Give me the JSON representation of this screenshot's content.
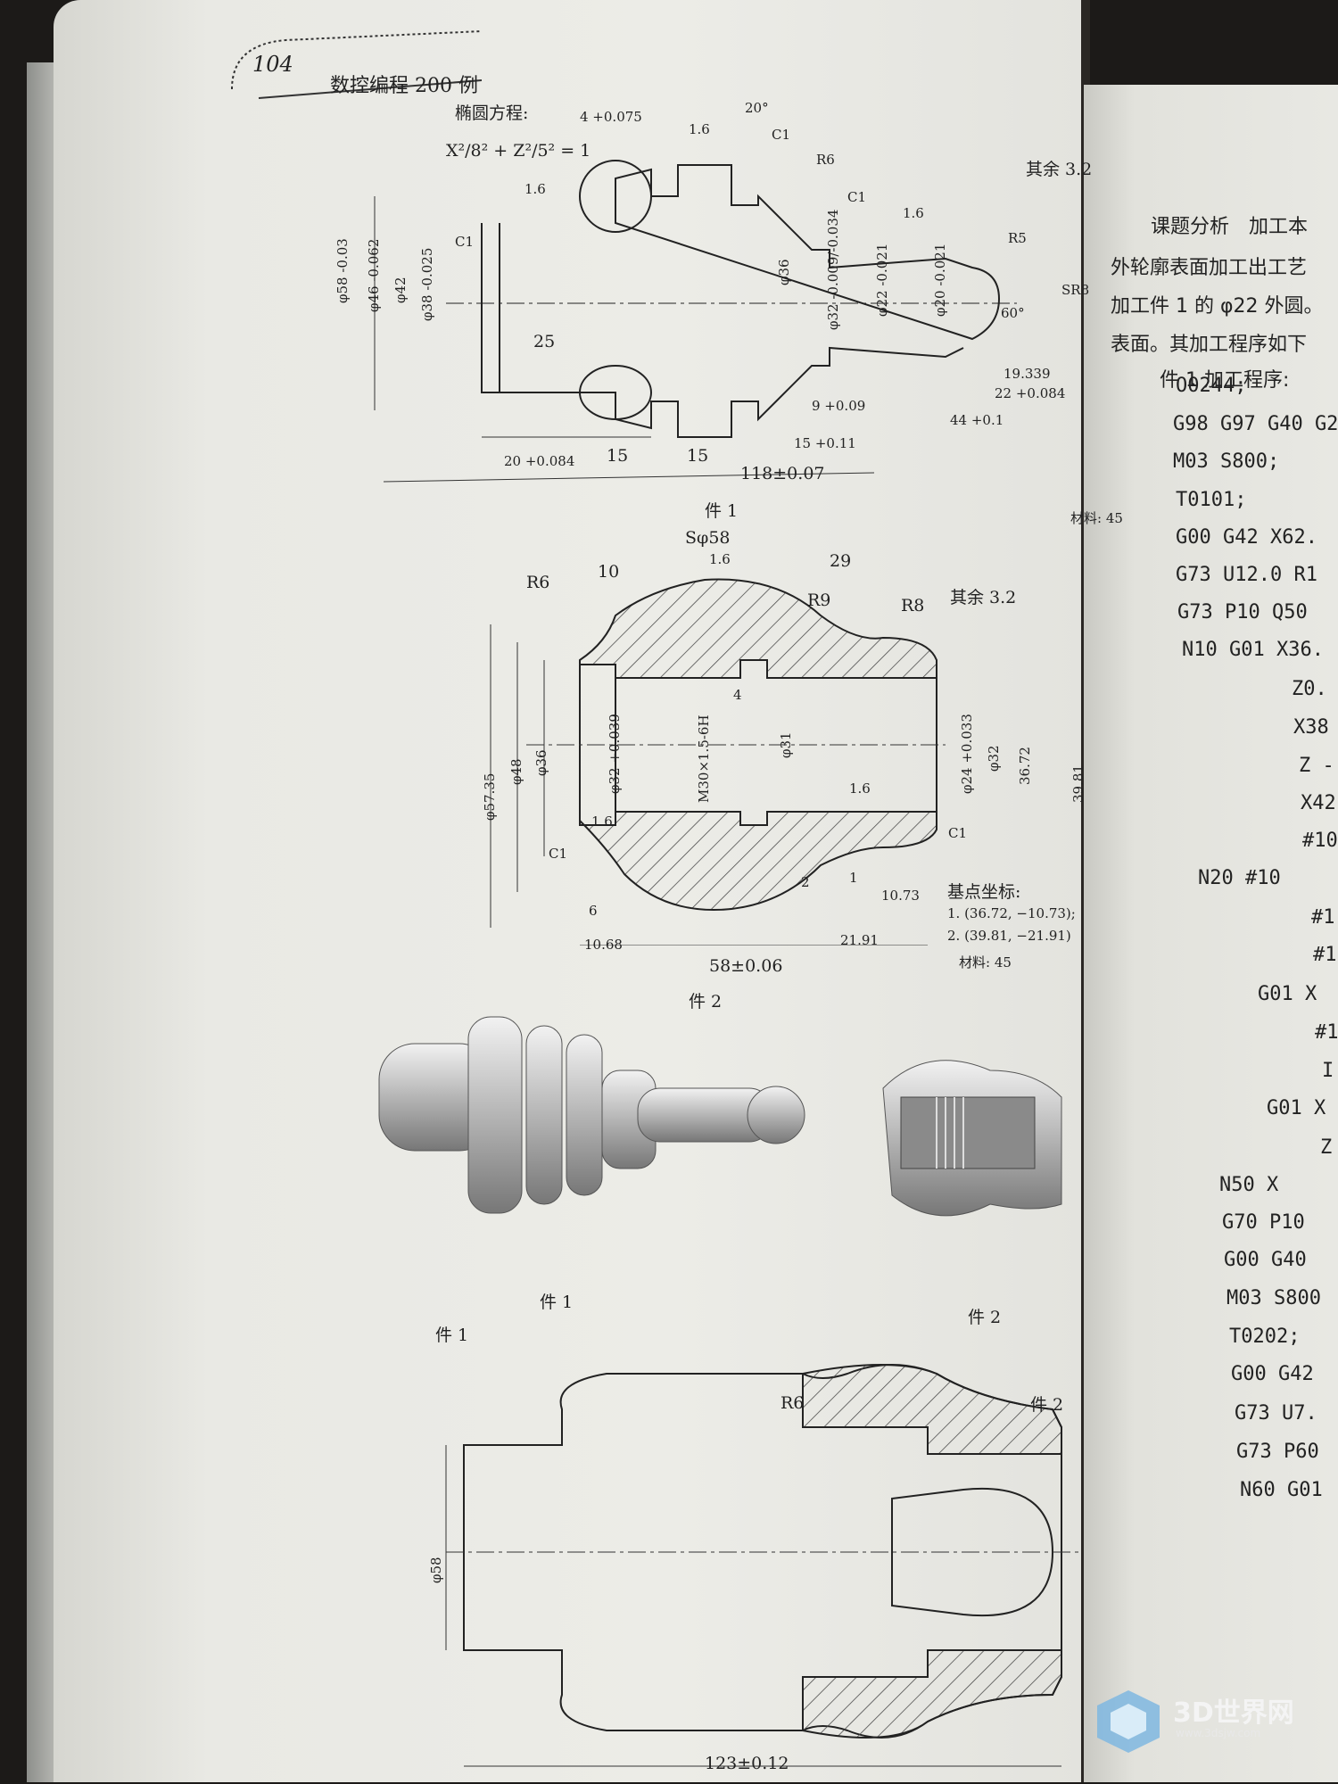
{
  "header": {
    "page_number": "104",
    "book_title": "数控编程 200 例"
  },
  "drawing1": {
    "ellipse_label": "椭圆方程:",
    "ellipse_eq": "X²/8² + Z²/5² = 1",
    "roughness_rest": "其余 3.2",
    "dims": [
      "4 +0.075",
      "1.6",
      "20°",
      "C1",
      "R6",
      "C1",
      "1.6",
      "R5",
      "SR8",
      "60°",
      "C1",
      "1.6",
      "φ58 -0.03",
      "φ46 -0.062",
      "φ42",
      "φ38 -0.025",
      "25",
      "φ36",
      "φ32 -0.009/-0.034",
      "φ22 -0.021",
      "φ20 -0.021",
      "19.339",
      "22 +0.084",
      "9 +0.09",
      "44 +0.1",
      "15 +0.11",
      "20 +0.084",
      "15",
      "15",
      "118±0.07"
    ],
    "caption": "件 1",
    "material": "材料: 45"
  },
  "drawing2": {
    "labels": [
      "Sφ58",
      "1.6",
      "10",
      "R6",
      "29",
      "R9",
      "R8",
      "其余 3.2",
      "4",
      "φ57.35",
      "φ48",
      "φ36",
      "φ32 +0.039",
      "M30×1.5-6H",
      "φ31",
      "φ24 +0.033",
      "φ32",
      "36.72",
      "39.81",
      "1.6",
      "1.6",
      "C1",
      "C1",
      "2",
      "1",
      "6",
      "10.73",
      "10.68",
      "21.91",
      "58±0.06"
    ],
    "base_title": "基点坐标:",
    "base1": "1. (36.72, −10.73);",
    "base2": "2. (39.81, −21.91)",
    "material": "材料: 45",
    "caption": "件 2"
  },
  "renders": {
    "cap1": "件 1",
    "cap2": "件 2"
  },
  "assembly": {
    "part1": "件 1",
    "part2": "件 2",
    "r6": "R6",
    "dia": "φ58",
    "length": "123±0.12"
  },
  "right_page": {
    "heading": "课题分析　加工本",
    "lines": [
      "外轮廓表面加工出工艺",
      "加工件 1 的 φ22 外圆。",
      "表面。其加工程序如下",
      "件 1 加工程序:"
    ],
    "code": [
      "O0244;",
      "G98 G97 G40 G2",
      "M03 S800;",
      "T0101;",
      "G00 G42 X62.",
      "G73 U12.0 R1",
      "G73 P10 Q50",
      "N10 G01 X36.",
      "Z0.",
      "X38",
      "Z -",
      "X42",
      "#10",
      "N20 #10",
      "#1",
      "#1",
      "G01 X",
      "#1",
      "I",
      "G01 X",
      "Z",
      "N50 X",
      "G70 P10",
      "G00 G40",
      "M03 S800",
      "T0202;",
      "G00 G42",
      "G73 U7.",
      "G73 P60",
      "N60 G01"
    ]
  },
  "watermark": {
    "name": "3D世界网",
    "url": "www.3dsjw.com"
  }
}
